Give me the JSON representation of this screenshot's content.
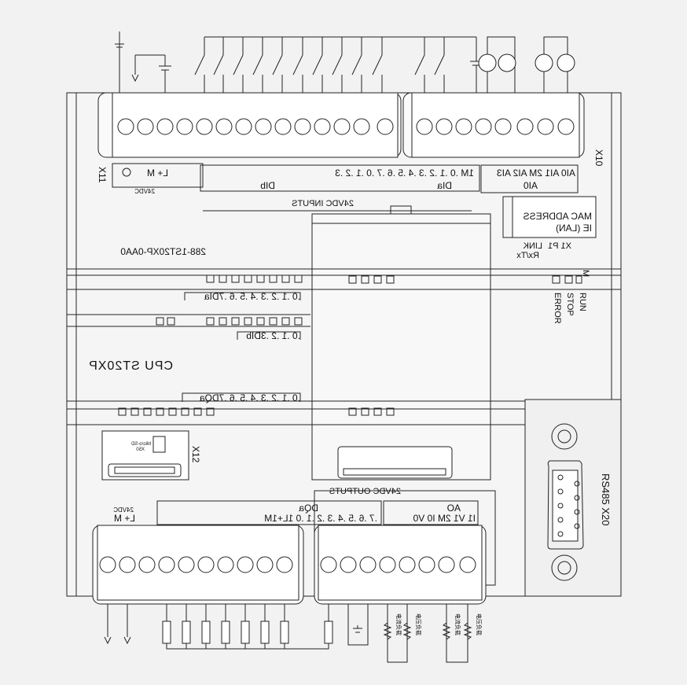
{
  "device": {
    "model_label": "CPU ST20XP",
    "order_number": "288-1ST20XP-0AA0",
    "power_conn_label": "X11",
    "power_terminals": "L+  M",
    "power_voltage": "24VDC",
    "inputs_title": "24VDC INPUTS",
    "input_terminals": [
      "1M",
      ".0",
      ".1",
      ".2",
      ".3",
      ".4",
      ".5",
      ".6",
      ".7",
      ".0",
      ".1",
      ".2",
      ".3"
    ],
    "input_group_a": "DIa",
    "input_group_b": "DIb",
    "analog_in_terminals": [
      "AI0",
      "AI1",
      "2M",
      "AI2",
      "AI3"
    ],
    "analog_in_group": "AI0",
    "analog_conn_label": "X10",
    "mac_line1": "MAC ADDRESS",
    "mac_line2": "IE (LAN)",
    "link_label": "LINK",
    "rxtx_label": "Rx/Tx",
    "port_label": "X1 P1",
    "status_run": "RUN",
    "status_stop": "STOP",
    "status_error": "ERROR",
    "status_m": "M",
    "dia_row": ".0 .1 .2 .3 .4 .5 .6 .7DIa",
    "dib_row": ".0 .1 .2 .3DIb",
    "dqa_row": ".0 .1 .2 .3 .4 .5 .6 .7DQa",
    "sd_label": "X12",
    "sd_text1": "Micro-SD",
    "sd_text2": "X50",
    "outputs_title": "24VDC OUTPUTS",
    "out_power_terminals": "L+  M",
    "out_power_voltage": "24VDC",
    "output_terminals": [
      ".7",
      ".6",
      ".5",
      ".4",
      ".3",
      ".2",
      ".1",
      ".0",
      "1L+1M"
    ],
    "output_group": "DQa",
    "analog_out_terminals": [
      "I1",
      "V1",
      "2M",
      "I0",
      "V0"
    ],
    "analog_out_group": "AO",
    "serial_label": "RS485 X20",
    "load_labels": [
      "电流负载",
      "电压负载",
      "电流负载",
      "电压负载"
    ]
  }
}
